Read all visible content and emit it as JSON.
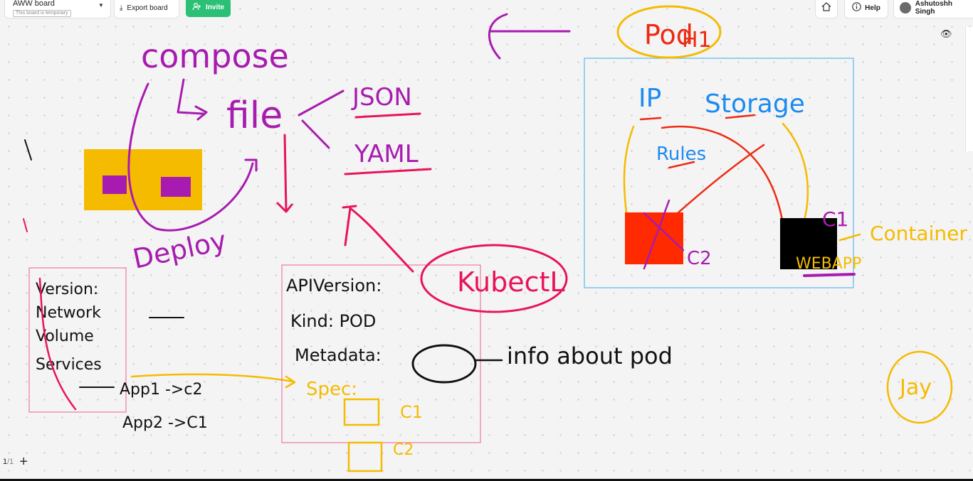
{
  "header": {
    "board_title": "AWW board",
    "board_subtitle": "This board is temporary",
    "export_label": "Export board",
    "invite_label": "Invite",
    "help_label": "Help",
    "user_name": "Ashutoshh Singh"
  },
  "pages": {
    "current": "1",
    "total": "/1"
  },
  "colors": {
    "purple": "#a81bb0",
    "pink": "#e8145a",
    "orange": "#f5bb00",
    "blue": "#1c8bf0",
    "red": "#ee2a12",
    "black": "#111111",
    "invite_green": "#2bc076"
  },
  "drawing": {
    "compose": "compose",
    "file": "file",
    "json": "JSON",
    "yaml": "YAML",
    "deploy": "Deploy",
    "pod_title": "Pod",
    "pod_h1": "H1",
    "ip": "IP",
    "storage": "Storage",
    "rules": "Rules",
    "c1_pod": "C1",
    "c2_pod": "C2",
    "container": "Container",
    "webapp": "WEBAPP",
    "left_box": [
      "Version:",
      "Network",
      "Volume",
      "Services"
    ],
    "app1": "App1 ->c2",
    "app2": "App2 ->C1",
    "mid_box_api": "APIVersion:",
    "mid_box_kind": "Kind: POD",
    "mid_box_meta": "Metadata:",
    "mid_box_spec": "Spec:",
    "spec_c1": "C1",
    "spec_c2": "C2",
    "kubectl": "KubectL",
    "info_about_pod": "info about pod",
    "jay": "Jay"
  }
}
